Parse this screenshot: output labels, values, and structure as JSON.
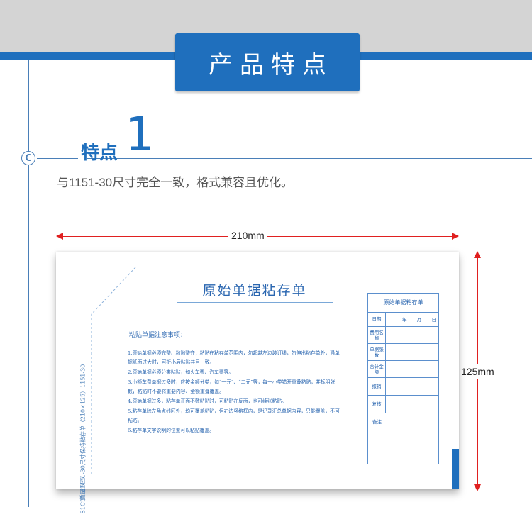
{
  "banner": {
    "title": "产品特点"
  },
  "feature": {
    "label": "特点",
    "number": "1",
    "description": "与1151-30尺寸完全一致，格式兼容且优化。"
  },
  "dimensions": {
    "width": "210mm",
    "height": "125mm"
  },
  "voucher": {
    "title": "原始单据粘存单",
    "binding_text": "凭证1151-30尺寸保持粘存单（210×125）1151-30",
    "binding_bottom": "S1C5351535",
    "notes_title": "粘贴单据注意事项：",
    "notes": [
      "1.原始单据必须完整、粘贴整齐，粘贴在粘存单范围内，勿超越左边装订线，勿伸出粘存单外，遇单据纸面过大时，可折小后粘贴并且一致。",
      "2.原始单据必须分类粘贴，如火车票、汽车票等。",
      "3.小额车费单据过多时，应按金额分类，如“一元”、“二元”等，每一小类错开重叠粘贴，并标明张数，粘贴时不要将重要内容、金额重叠覆盖。",
      "4.原始单据过多，粘存单正面不敷粘贴时，可粘贴在反面，也可续张粘贴。",
      "5.粘存单除左角点线区外，均可覆盖粘贴，但右边竖格框内，是记录汇总单据内容，只能覆盖，不可粘贴。",
      "6.粘存单文字说明的位置可以粘贴覆盖。"
    ],
    "form": {
      "title": "原始单据粘存单",
      "date_label": "日期",
      "year": "年",
      "month": "月",
      "day": "日",
      "rows": [
        "费用名称",
        "单据张数",
        "合计金额",
        "报销",
        "复核"
      ],
      "remark_label": "备注"
    }
  }
}
